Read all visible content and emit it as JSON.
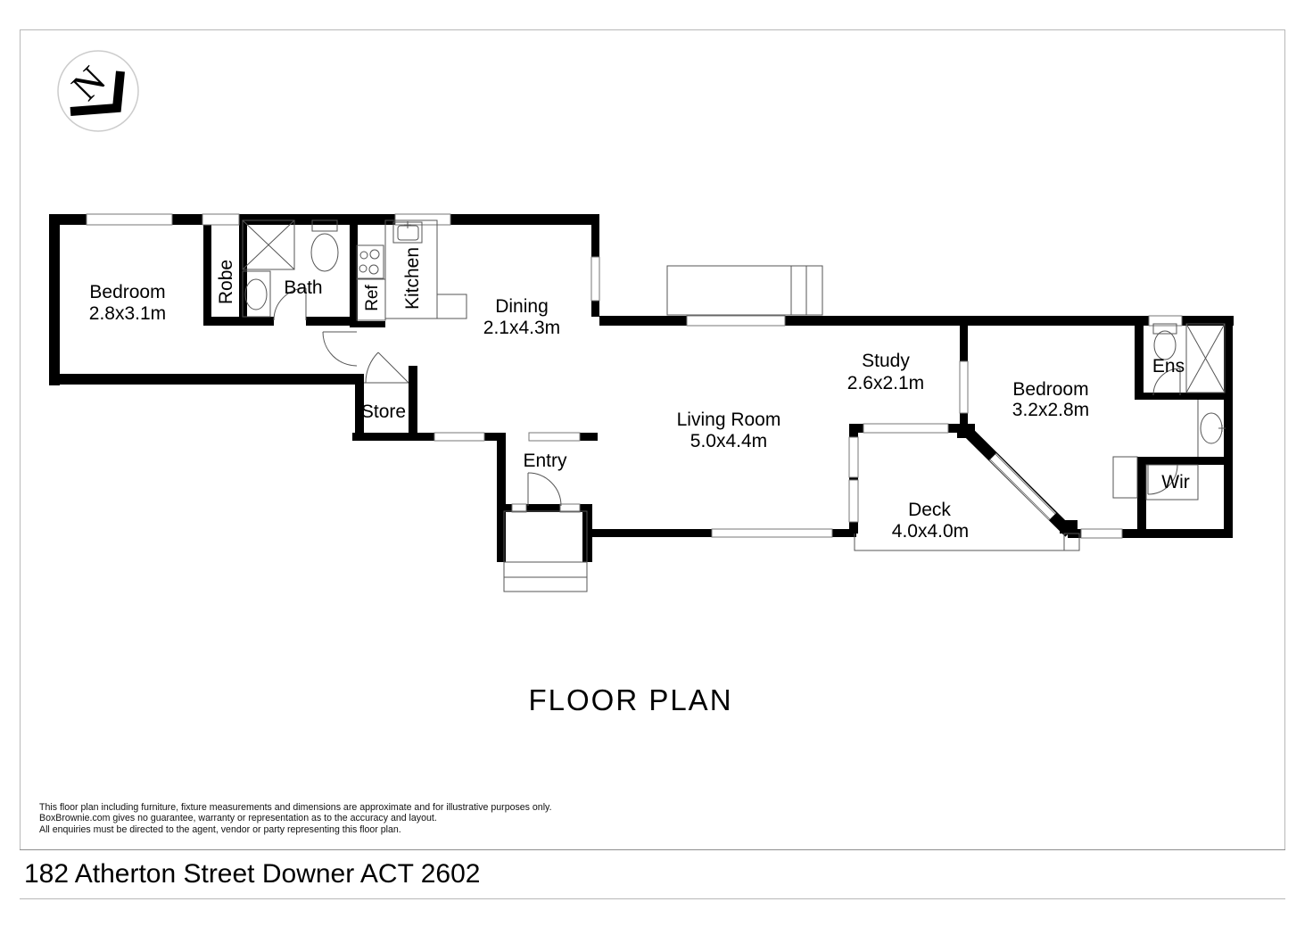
{
  "page": {
    "title": "FLOOR PLAN",
    "address": "182 Atherton Street Downer ACT 2602",
    "north_label": "N",
    "disclaimer": [
      "This floor plan including furniture, fixture measurements and dimensions are approximate and for illustrative purposes only.",
      "BoxBrownie.com gives no guarantee, warranty or representation as to the accuracy and layout.",
      "All enquiries must be directed to the agent, vendor or party representing this floor plan."
    ]
  },
  "rooms": {
    "bedroom1": {
      "name": "Bedroom",
      "dims": "2.8x3.1m"
    },
    "robe": {
      "name": "Robe"
    },
    "bath": {
      "name": "Bath"
    },
    "ref": {
      "name": "Ref"
    },
    "kitchen": {
      "name": "Kitchen"
    },
    "dining": {
      "name": "Dining",
      "dims": "2.1x4.3m"
    },
    "store": {
      "name": "Store"
    },
    "entry": {
      "name": "Entry"
    },
    "living": {
      "name": "Living Room",
      "dims": "5.0x4.4m"
    },
    "study": {
      "name": "Study",
      "dims": "2.6x2.1m"
    },
    "deck": {
      "name": "Deck",
      "dims": "4.0x4.0m"
    },
    "bedroom2": {
      "name": "Bedroom",
      "dims": "3.2x2.8m"
    },
    "ens": {
      "name": "Ens"
    },
    "wir": {
      "name": "Wir"
    }
  },
  "colors": {
    "wall": "#000000",
    "thin_line": "#555555",
    "page_border": "#b8b8b8"
  }
}
